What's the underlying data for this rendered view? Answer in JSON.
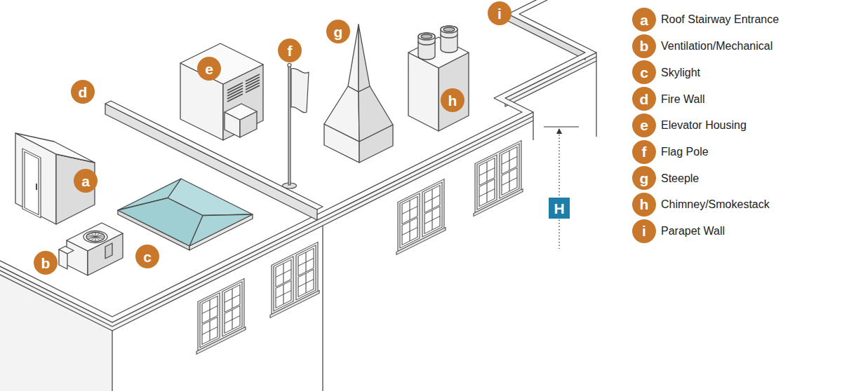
{
  "diagram": {
    "nodes": [
      {
        "text": [
          "a"
        ]
      },
      {
        "text": [
          "b"
        ]
      },
      {
        "text": [
          "c"
        ]
      },
      {
        "text": [
          "d"
        ]
      },
      {
        "text": [
          "e"
        ]
      },
      {
        "text": [
          "f"
        ]
      },
      {
        "text": [
          "g"
        ]
      },
      {
        "text": [
          "h"
        ]
      },
      {
        "text": [
          "i"
        ]
      },
      {
        "text": [
          "H"
        ]
      },
      {
        "text": [
          "a"
        ]
      },
      {
        "text": [
          "b"
        ]
      },
      {
        "text": [
          "c"
        ]
      },
      {
        "text": [
          "d"
        ]
      },
      {
        "text": [
          "e"
        ]
      },
      {
        "text": [
          "f"
        ]
      },
      {
        "text": [
          "g"
        ]
      },
      {
        "text": [
          "h"
        ]
      },
      {
        "text": [
          "i"
        ]
      }
    ],
    "legend": [
      {
        "text": "Roof Stairway Entrance"
      },
      {
        "text": "Ventilation/Mechanical"
      },
      {
        "text": "Skylight"
      },
      {
        "text": "Fire Wall"
      },
      {
        "text": "Elevator Housing"
      },
      {
        "text": "Flag Pole"
      },
      {
        "text": "Steeple"
      },
      {
        "text": "Chimney/Smokestack"
      },
      {
        "text": "Parapet Wall"
      }
    ]
  }
}
